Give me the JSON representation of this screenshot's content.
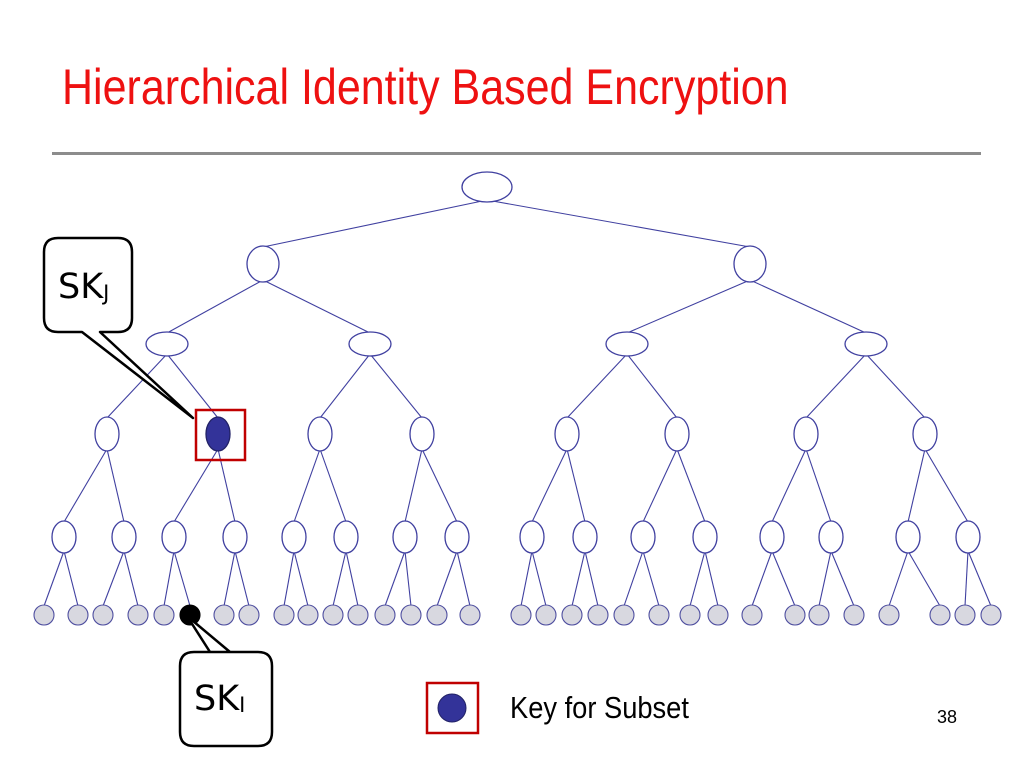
{
  "slide": {
    "title": "Hierarchical Identity Based Encryption",
    "page_number": "38"
  },
  "callouts": {
    "sk_j": {
      "main": "SK",
      "sub": "J"
    },
    "sk_i": {
      "main": "SK",
      "sub": "I"
    }
  },
  "legend": {
    "label": "Key for Subset"
  },
  "colors": {
    "title": "#ee1111",
    "tree_line": "#4040a0",
    "key_fill": "#333399",
    "leaf_fill": "#d8d8e0",
    "highlight_box": "#c00000"
  }
}
